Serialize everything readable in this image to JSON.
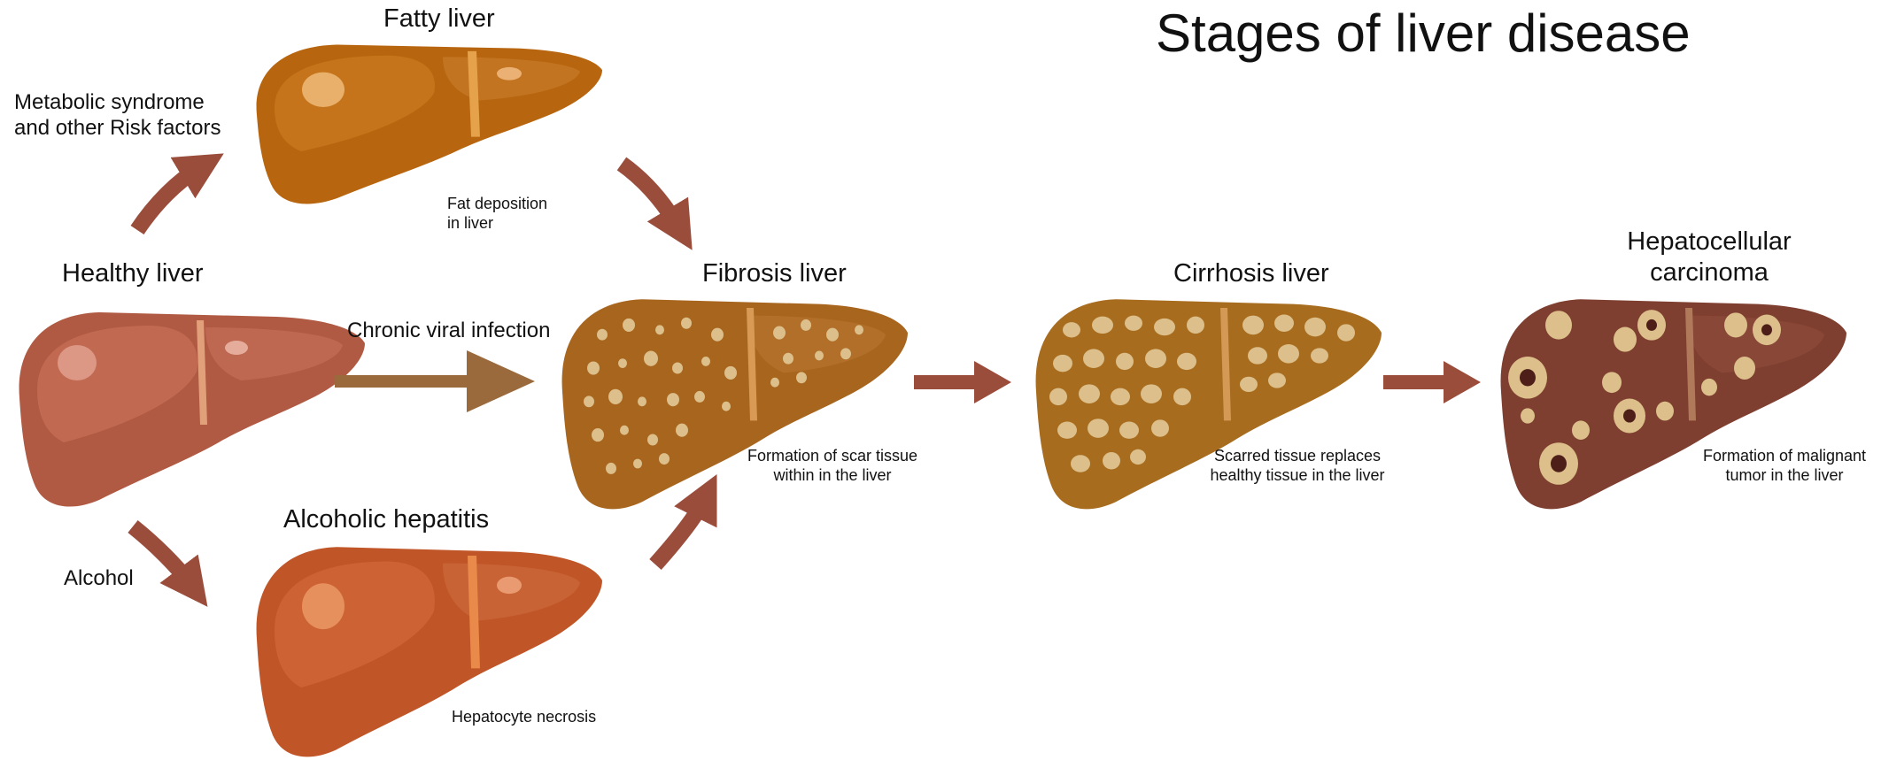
{
  "title": "Stages of liver disease",
  "stages": {
    "fatty": "Fatty liver",
    "healthy": "Healthy liver",
    "fibrosis": "Fibrosis liver",
    "cirrhosis": "Cirrhosis liver",
    "hcc_line1": "Hepatocellular",
    "hcc_line2": "carcinoma",
    "alcoholic": "Alcoholic hepatitis"
  },
  "factors": {
    "metabolic_line1": "Metabolic syndrome",
    "metabolic_line2": "and other Risk factors",
    "viral": "Chronic viral infection",
    "alcohol": "Alcohol"
  },
  "notes": {
    "fat_line1": "Fat deposition",
    "fat_line2": "in liver",
    "scar_line1": "Formation of scar tissue",
    "scar_line2": "within in the liver",
    "scarred_line1": "Scarred tissue replaces",
    "scarred_line2": "healthy tissue in the liver",
    "tumor_line1": "Formation of malignant",
    "tumor_line2": "tumor in the liver",
    "necrosis": "Hepatocyte necrosis"
  },
  "colors": {
    "healthy": "#b05a43",
    "fatty": "#b8650f",
    "alcoholic": "#c05628",
    "fibrosis": "#a8651e",
    "cirrhosis": "#a86c1e",
    "hcc": "#7f3f30",
    "nodule": "#dcbf8a",
    "arrow": "#9b4d3c",
    "arrow_viral": "#9a6a3c"
  }
}
